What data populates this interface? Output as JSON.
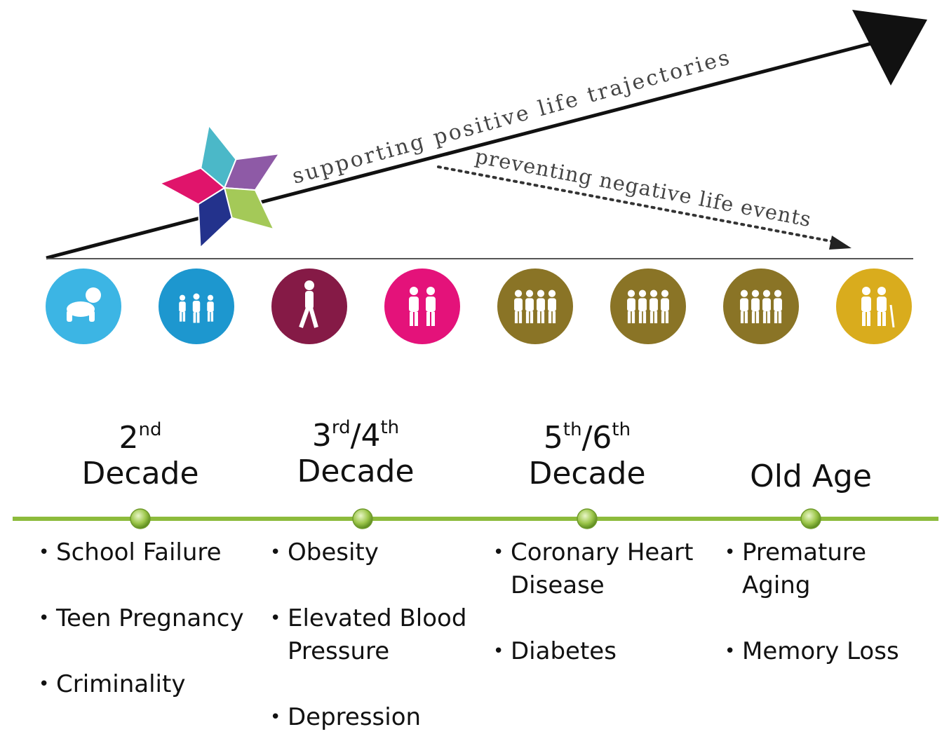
{
  "arrow": {
    "positive_label": "supporting positive life trajectories",
    "negative_label": "preventing negative life events"
  },
  "life_stages": [
    {
      "icon": "crawling-baby-icon",
      "color": "#3cb5e4"
    },
    {
      "icon": "children-group-icon",
      "color": "#1d97cf"
    },
    {
      "icon": "walking-teen-icon",
      "color": "#851a46"
    },
    {
      "icon": "young-couple-icon",
      "color": "#e4127a"
    },
    {
      "icon": "adult-group-icon",
      "color": "#8a7426"
    },
    {
      "icon": "adult-group-icon",
      "color": "#8a7426"
    },
    {
      "icon": "adult-group-icon",
      "color": "#8a7426"
    },
    {
      "icon": "elderly-couple-icon",
      "color": "#d9ac1d"
    }
  ],
  "star_colors": [
    "#4bb8c8",
    "#8e5aa6",
    "#a4c958",
    "#23328c",
    "#e0146b"
  ],
  "timeline": {
    "line_color": "#8dbb3c",
    "columns": [
      {
        "ordinal": "2",
        "suffix": "nd",
        "ordinal2": "",
        "suffix2": "",
        "label": "Decade",
        "items": [
          "School Failure",
          "Teen Pregnancy",
          "Criminality"
        ]
      },
      {
        "ordinal": "3",
        "suffix": "rd",
        "ordinal2": "4",
        "suffix2": "th",
        "label": "Decade",
        "items": [
          "Obesity",
          "Elevated Blood Pressure",
          "Depression"
        ]
      },
      {
        "ordinal": "5",
        "suffix": "th",
        "ordinal2": "6",
        "suffix2": "th",
        "label": "Decade",
        "items": [
          "Coronary Heart Disease",
          "Diabetes"
        ]
      },
      {
        "ordinal": "",
        "suffix": "",
        "ordinal2": "",
        "suffix2": "",
        "label": "Old Age",
        "items": [
          "Premature Aging",
          "Memory Loss"
        ]
      }
    ]
  }
}
